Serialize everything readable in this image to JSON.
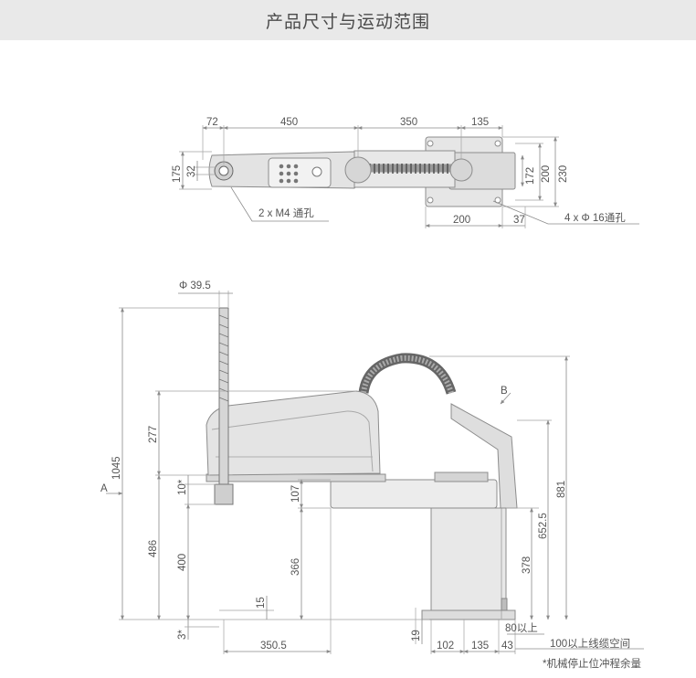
{
  "title": "产品尺寸与运动范围",
  "colors": {
    "header_bg": "#e9e9e9",
    "robot_fill": "#e3e3e3",
    "robot_dark": "#c9c9c9",
    "dimension_line": "#8a8a8a",
    "text": "#555555"
  },
  "top_view": {
    "dims": {
      "d72": "72",
      "d450": "450",
      "d350": "350",
      "d135": "135",
      "d175": "175",
      "d32": "32",
      "d172": "172",
      "d200_right": "200",
      "d230": "230",
      "d200_bottom": "200",
      "d37": "37"
    },
    "callouts": {
      "m4_holes": "2 x M4 通孔",
      "phi16_holes": "4 x Φ 16通孔"
    }
  },
  "side_view": {
    "dims": {
      "phi39": "Φ 39.5",
      "d1045": "1045",
      "d277": "277",
      "d10": "10*",
      "d486": "486",
      "d400": "400",
      "d3": "3*",
      "d15": "15",
      "d107": "107",
      "d366": "366",
      "d350_5": "350.5",
      "d19": "19",
      "d102": "102",
      "d135b": "135",
      "d43": "43",
      "d881": "881",
      "d652_5": "652.5",
      "d378": "378",
      "d80": "80以上"
    },
    "labels": {
      "view_a": "A",
      "view_b": "B"
    },
    "notes": {
      "cable_space": "100以上线缆空间",
      "stop_margin": "*机械停止位冲程余量"
    }
  }
}
